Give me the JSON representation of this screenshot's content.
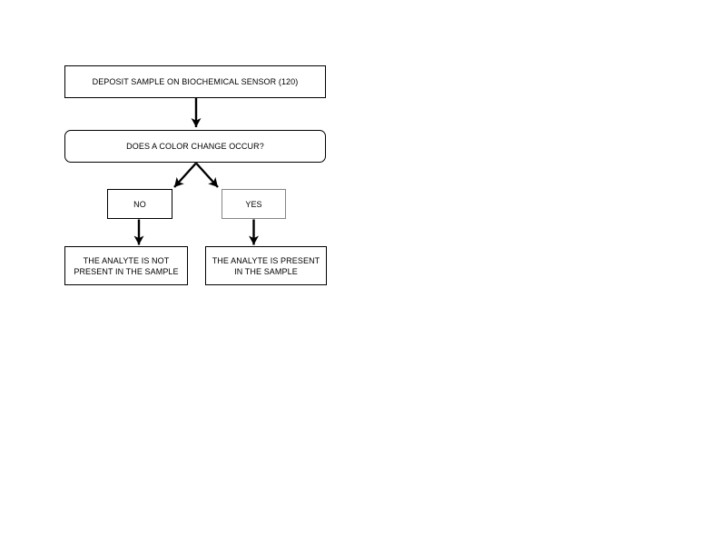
{
  "canvas": {
    "background_color": "#ffffff",
    "stroke_color": "#000000",
    "yes_box_border_color": "#858585"
  },
  "flowchart": {
    "nodes": [
      {
        "id": "deposit-sample",
        "shape": "rectangle",
        "label": "DEPOSIT SAMPLE ON BIOCHEMICAL SENSOR (120)"
      },
      {
        "id": "color-change-question",
        "shape": "rounded-rectangle",
        "label": "DOES A COLOR CHANGE OCCUR?"
      },
      {
        "id": "no",
        "shape": "rectangle",
        "label": "NO"
      },
      {
        "id": "yes",
        "shape": "rectangle",
        "label": "YES"
      },
      {
        "id": "analyte-not-present",
        "shape": "rectangle",
        "lines": [
          "THE ANALYTE IS NOT",
          "PRESENT IN THE SAMPLE"
        ]
      },
      {
        "id": "analyte-present",
        "shape": "rectangle",
        "lines": [
          "THE ANALYTE IS PRESENT",
          "IN THE SAMPLE"
        ]
      }
    ],
    "edges": [
      {
        "from": "deposit-sample",
        "to": "color-change-question"
      },
      {
        "from": "color-change-question",
        "to": "no"
      },
      {
        "from": "color-change-question",
        "to": "yes"
      },
      {
        "from": "no",
        "to": "analyte-not-present"
      },
      {
        "from": "yes",
        "to": "analyte-present"
      }
    ]
  }
}
